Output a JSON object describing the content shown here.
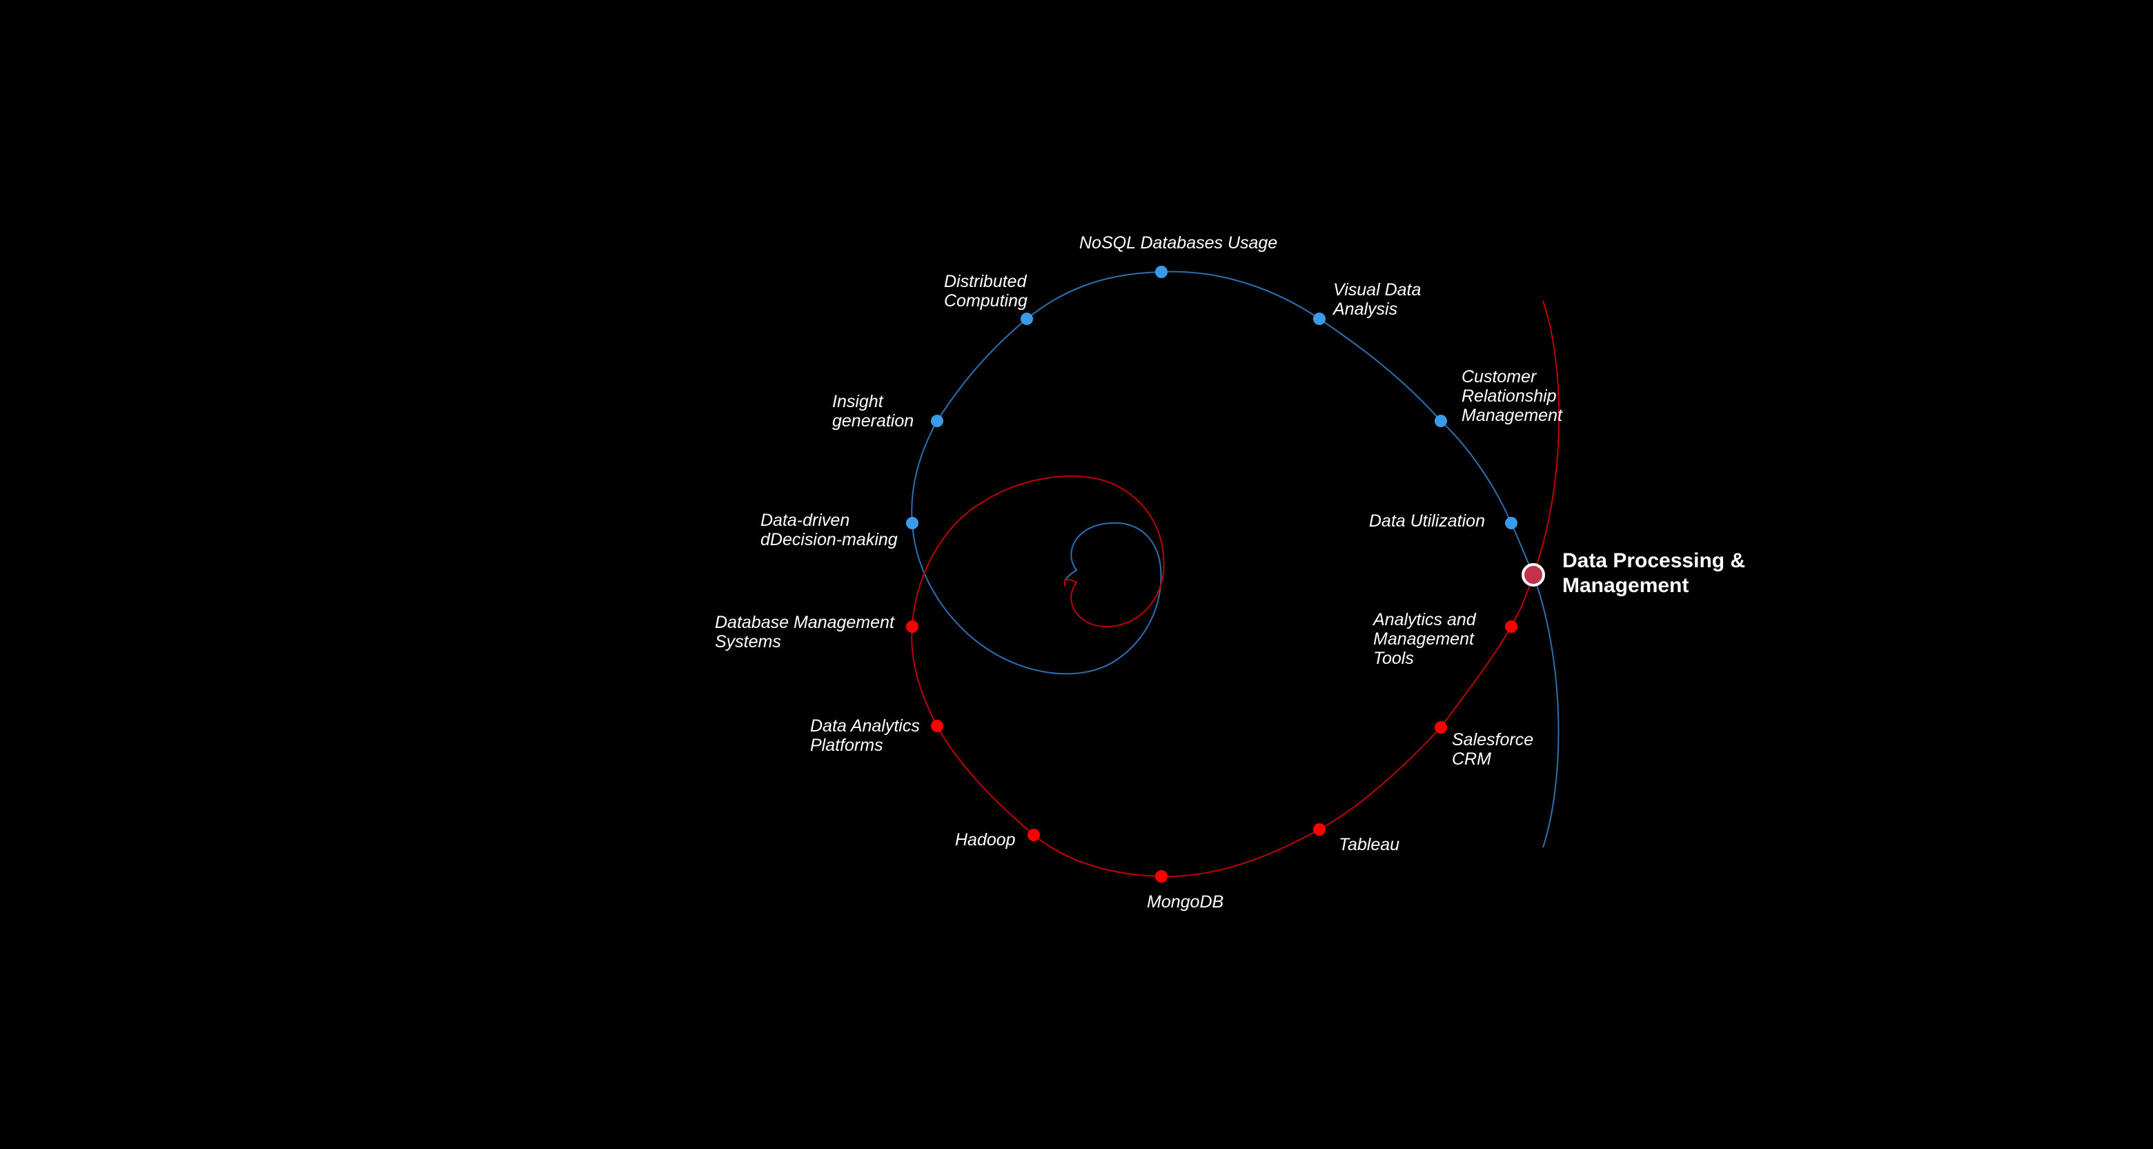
{
  "center_topic": {
    "line1": "Data Processing &",
    "line2": "Management"
  },
  "colors": {
    "background": "#000000",
    "blue_branch": "#3a9be8",
    "blue_curve": "#2f6fb0",
    "red_branch": "#ff0000",
    "red_curve": "#c00000",
    "center_node_fill": "#c0334a",
    "center_node_ring": "#ffffff",
    "text": "#ffffff"
  },
  "blue_branch": {
    "nodes": [
      {
        "id": "data-utilization",
        "lines": [
          "Data Utilization"
        ]
      },
      {
        "id": "customer-relationship-management",
        "lines": [
          "Customer",
          "Relationship",
          "Management"
        ]
      },
      {
        "id": "visual-data-analysis",
        "lines": [
          "Visual Data",
          "Analysis"
        ]
      },
      {
        "id": "nosql-databases-usage",
        "lines": [
          "NoSQL Databases Usage"
        ]
      },
      {
        "id": "distributed-computing",
        "lines": [
          "Distributed",
          "Computing"
        ]
      },
      {
        "id": "insight-generation",
        "lines": [
          "Insight",
          "generation"
        ]
      },
      {
        "id": "data-driven-decision-making",
        "lines": [
          "Data-driven",
          "dDecision-making"
        ]
      }
    ]
  },
  "red_branch": {
    "nodes": [
      {
        "id": "analytics-and-management-tools",
        "lines": [
          "Analytics and",
          "Management",
          "Tools"
        ]
      },
      {
        "id": "salesforce-crm",
        "lines": [
          "Salesforce",
          "CRM"
        ]
      },
      {
        "id": "tableau",
        "lines": [
          "Tableau"
        ]
      },
      {
        "id": "mongodb",
        "lines": [
          "MongoDB"
        ]
      },
      {
        "id": "hadoop",
        "lines": [
          "Hadoop"
        ]
      },
      {
        "id": "data-analytics-platforms",
        "lines": [
          "Data Analytics",
          "Platforms"
        ]
      },
      {
        "id": "database-management-systems",
        "lines": [
          "Database Management",
          "Systems"
        ]
      }
    ]
  }
}
